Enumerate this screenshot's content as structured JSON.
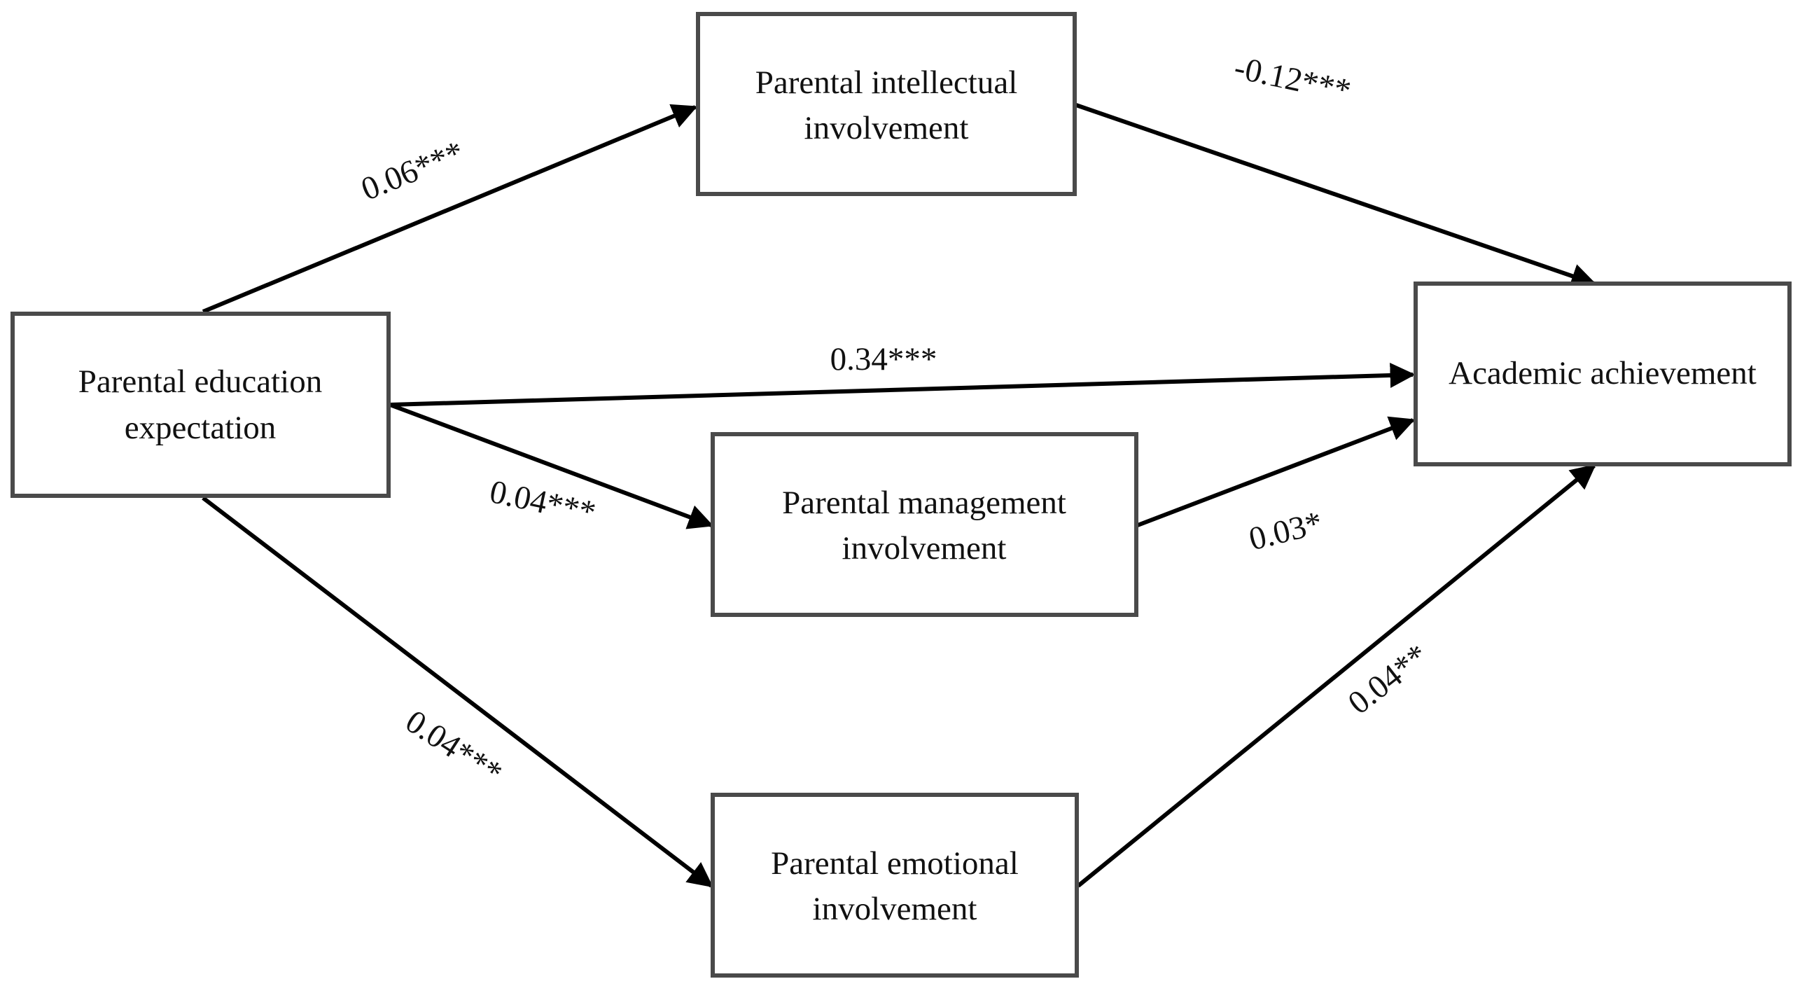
{
  "nodes": {
    "expectation": {
      "line1": "Parental education",
      "line2": "expectation"
    },
    "intellectual": {
      "line1": "Parental intellectual",
      "line2": "involvement"
    },
    "management": {
      "line1": "Parental management",
      "line2": "involvement"
    },
    "emotional": {
      "line1": "Parental emotional",
      "line2": "involvement"
    },
    "achievement": {
      "line1": "Academic achievement"
    }
  },
  "paths": {
    "expectation_to_intellectual": "0.06***",
    "intellectual_to_achievement": "-0.12***",
    "expectation_to_achievement": "0.34***",
    "expectation_to_management": "0.04***",
    "management_to_achievement": "0.03*",
    "expectation_to_emotional": "0.04***",
    "emotional_to_achievement": "0.04**"
  }
}
